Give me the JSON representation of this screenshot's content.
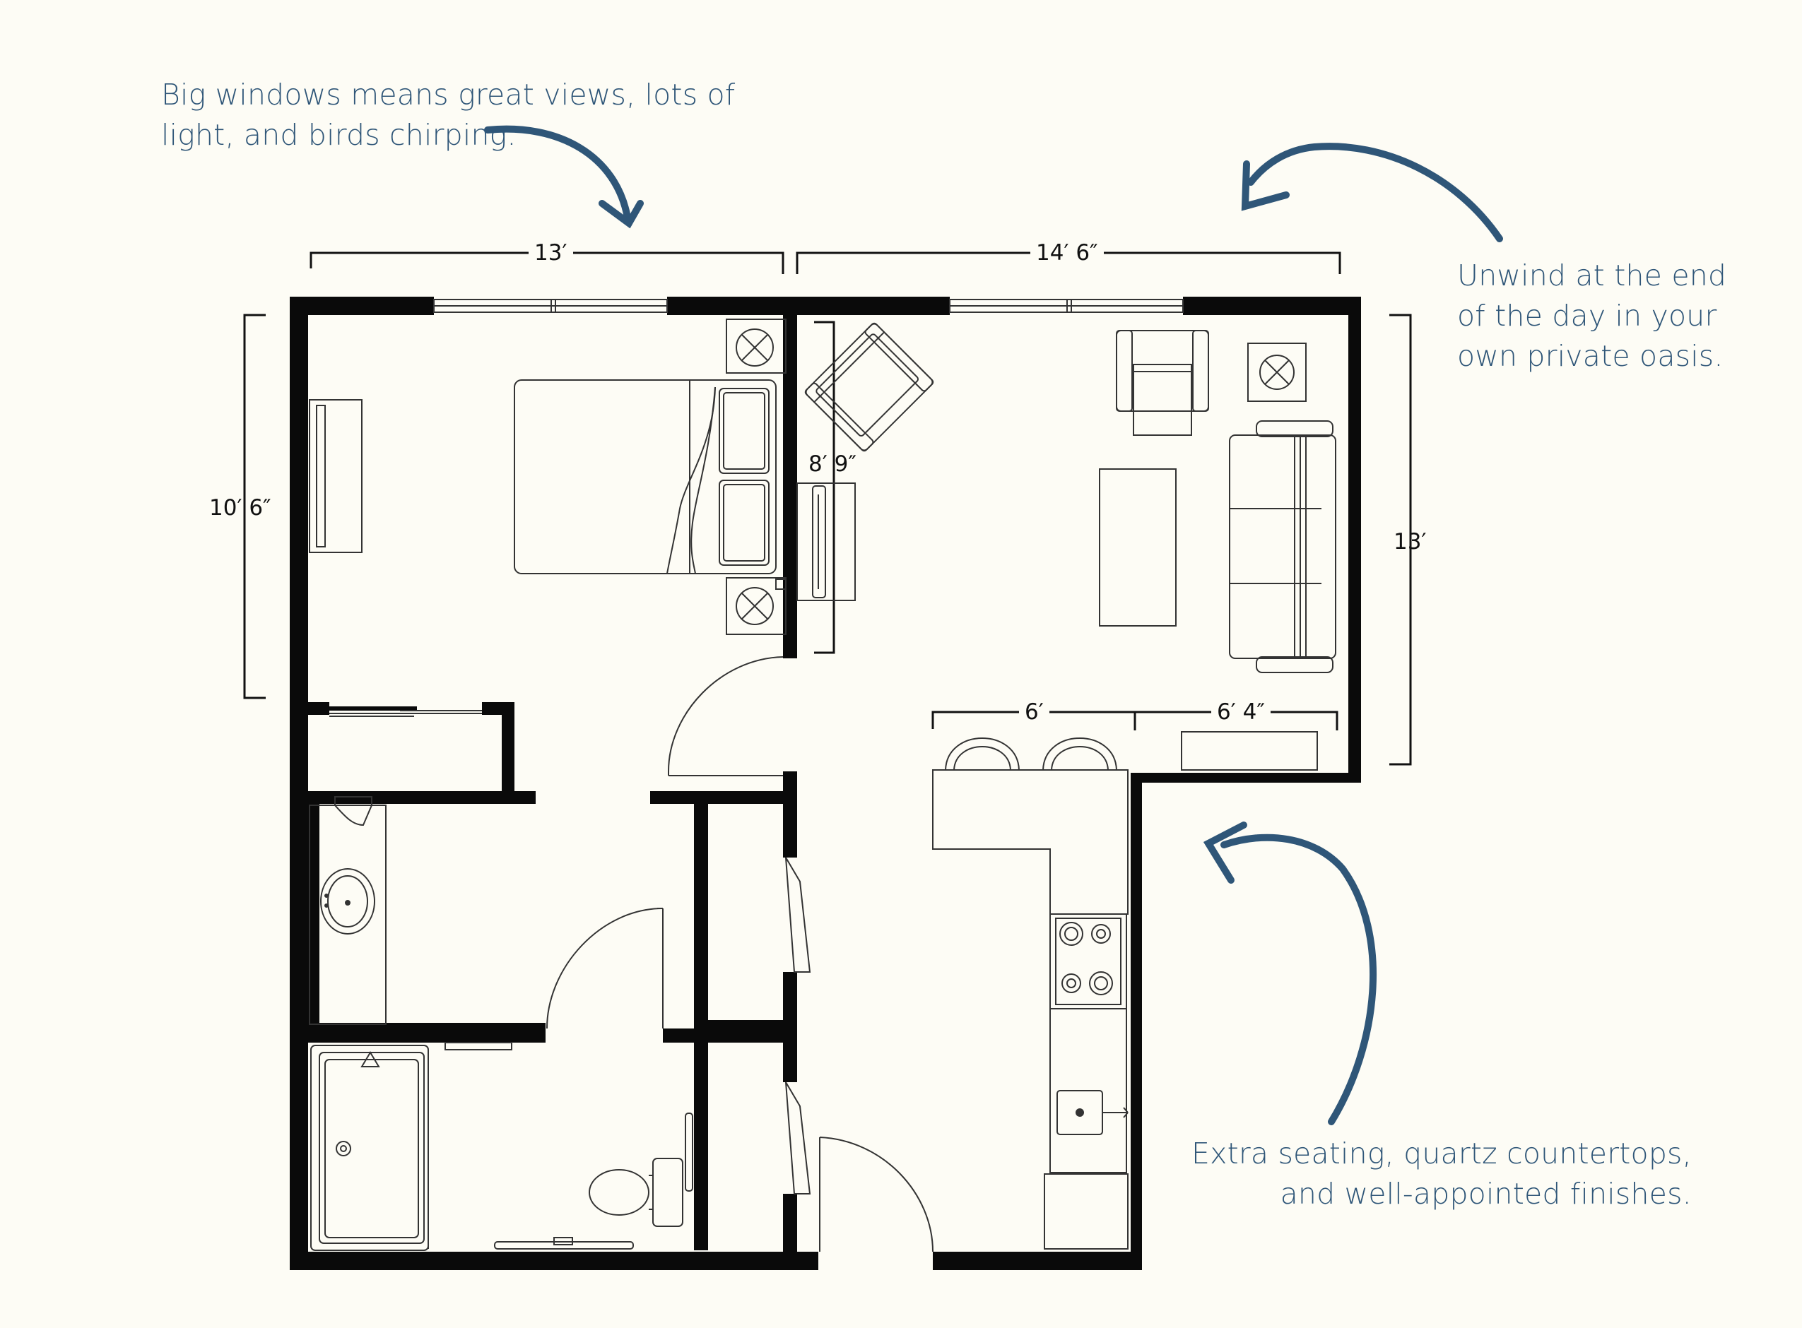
{
  "annotations": {
    "windows": [
      "Big windows means great views, lots of",
      "light, and birds chirping."
    ],
    "oasis": [
      "Unwind at the end",
      "of the day in your",
      "own private oasis."
    ],
    "kitchen": [
      "Extra seating, quartz countertops,",
      "and well-appointed finishes."
    ]
  },
  "dimensions": {
    "bedroom_width": "13′",
    "living_width": "14′ 6″",
    "bedroom_depth": "10′ 6″",
    "living_depth": "13′",
    "closet": "8′ 9″",
    "island_left": "6′",
    "island_right": "6′ 4″"
  },
  "colors": {
    "background": "#fdfcf5",
    "accent": "#2f5678",
    "wall": "#0a0a0a",
    "fixture_line": "#333333"
  }
}
